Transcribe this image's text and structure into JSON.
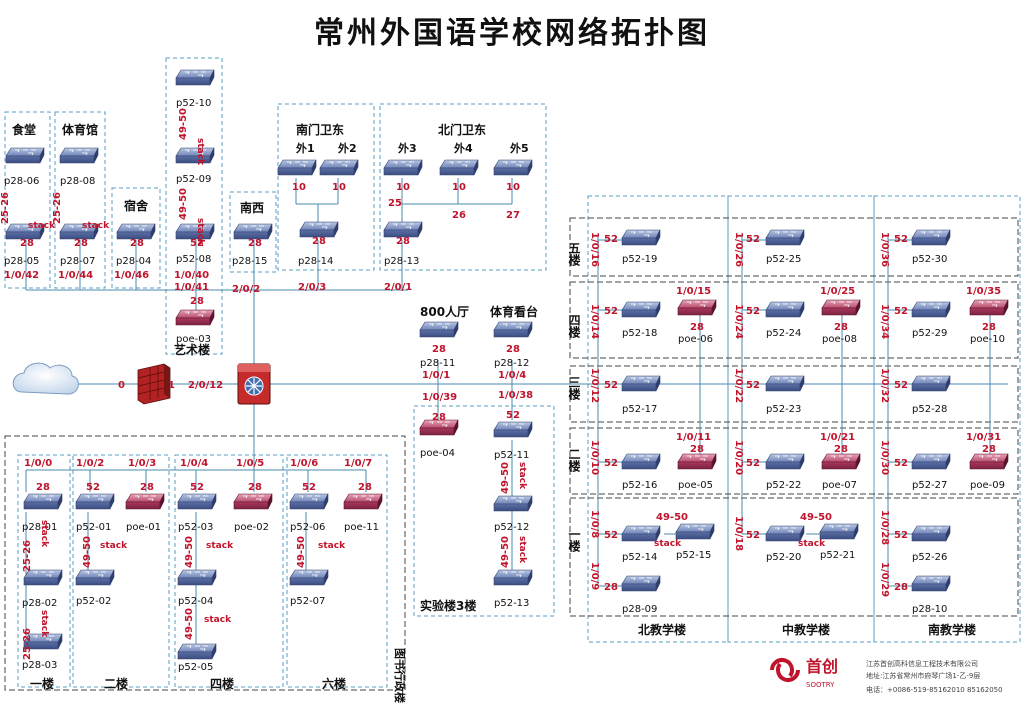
{
  "title": "常州外国语学校网络拓扑图",
  "colors": {
    "link": "#4a8bb0",
    "port": "#c0142c",
    "box": "#5a9ec4",
    "text": "#111111"
  },
  "groups": {
    "shitang": "食堂",
    "tiyuguan": "体育馆",
    "sushe": "宿舍",
    "yishulou": "艺术楼",
    "nanxi": "南西",
    "nanmen": "南门卫东",
    "beimen": "北门卫东",
    "hall800": "800人厅",
    "kantai": "体育看台",
    "shiyanlou": "实验楼3楼",
    "tushuguan": "图书行政楼",
    "beijiao": "北教学楼",
    "zhongjiao": "中教学楼",
    "nanjiao": "南教学楼",
    "floor1": "一楼",
    "floor2": "二楼",
    "floor4": "四楼",
    "floor6": "六楼"
  },
  "floors": [
    "五楼",
    "四楼",
    "三楼",
    "二楼",
    "一楼"
  ],
  "switches": {
    "p28-06": "p28-06",
    "p28-05": "p28-05",
    "p28-08": "p28-08",
    "p28-07": "p28-07",
    "p28-04": "p28-04",
    "p52-10": "p52-10",
    "p52-09": "p52-09",
    "p52-08": "p52-08",
    "poe-03": "poe-03",
    "p28-15": "p28-15",
    "wai1": "外1",
    "wai2": "外2",
    "p28-14": "p28-14",
    "wai3": "外3",
    "wai4": "外4",
    "wai5": "外5",
    "p28-13": "p28-13",
    "p28-11": "p28-11",
    "p28-12": "p28-12",
    "poe-04": "poe-04",
    "p52-11": "p52-11",
    "p52-12": "p52-12",
    "p52-13": "p52-13",
    "p28-01": "p28-01",
    "p28-02": "p28-02",
    "p28-03": "p28-03",
    "p52-01": "p52-01",
    "poe-01": "poe-01",
    "p52-02": "p52-02",
    "p52-03": "p52-03",
    "poe-02": "poe-02",
    "p52-04": "p52-04",
    "p52-05": "p52-05",
    "p52-06": "p52-06",
    "poe-11": "poe-11",
    "p52-07": "p52-07",
    "p52-19": "p52-19",
    "p52-18": "p52-18",
    "poe-06": "poe-06",
    "p52-17": "p52-17",
    "p52-16": "p52-16",
    "poe-05": "poe-05",
    "p52-14": "p52-14",
    "p52-15": "p52-15",
    "p28-09": "p28-09",
    "p52-25": "p52-25",
    "p52-24": "p52-24",
    "poe-08": "poe-08",
    "p52-23": "p52-23",
    "p52-22": "p52-22",
    "poe-07": "poe-07",
    "p52-20": "p52-20",
    "p52-21": "p52-21",
    "p52-30": "p52-30",
    "p52-29": "p52-29",
    "poe-10": "poe-10",
    "p52-28": "p52-28",
    "p52-27": "p52-27",
    "poe-09": "poe-09",
    "p52-26": "p52-26",
    "p28-10": "p28-10"
  },
  "ports": {
    "g042": "1/0/42",
    "g044": "1/0/44",
    "g046": "1/0/46",
    "g040": "1/0/40",
    "g041": "1/0/41",
    "g202": "2/0/2",
    "g203": "2/0/3",
    "g201": "2/0/1",
    "g2012": "2/0/12",
    "g100": "1/0/0",
    "g102": "1/0/2",
    "g103": "1/0/3",
    "g104": "1/0/4",
    "g105": "1/0/5",
    "g106": "1/0/6",
    "g107": "1/0/7",
    "g101": "1/0/1",
    "g1004": "1/0/4",
    "g139": "1/0/39",
    "g138": "1/0/38",
    "g116": "1/0/16",
    "g114": "1/0/14",
    "g112": "1/0/12",
    "g110": "1/0/10",
    "g108": "1/0/8",
    "g109": "1/0/9",
    "g115": "1/0/15",
    "g111": "1/0/11",
    "g126": "1/0/26",
    "g124": "1/0/24",
    "g122": "1/0/22",
    "g120": "1/0/20",
    "g118": "1/0/18",
    "g125": "1/0/25",
    "g121": "1/0/21",
    "g136": "1/0/36",
    "g134": "1/0/34",
    "g132": "1/0/32",
    "g130": "1/0/30",
    "g128": "1/0/28",
    "g129": "1/0/29",
    "g135": "1/0/35",
    "g131": "1/0/31",
    "n28": "28",
    "n52": "52",
    "n10": "10",
    "n25": "25",
    "n26": "26",
    "n27": "27",
    "n0": "0",
    "n1": "1",
    "n4950": "49-50",
    "n2526": "25-26",
    "stack": "stack"
  },
  "footer": {
    "brand": "首创",
    "brand_en": "SOOTRY",
    "company": "江苏首创高科信息工程技术有限公司",
    "address": "地址:江苏省常州市府琴广场1-乙-9层",
    "phone": "电话：+0086-519-85162010  85162050"
  }
}
